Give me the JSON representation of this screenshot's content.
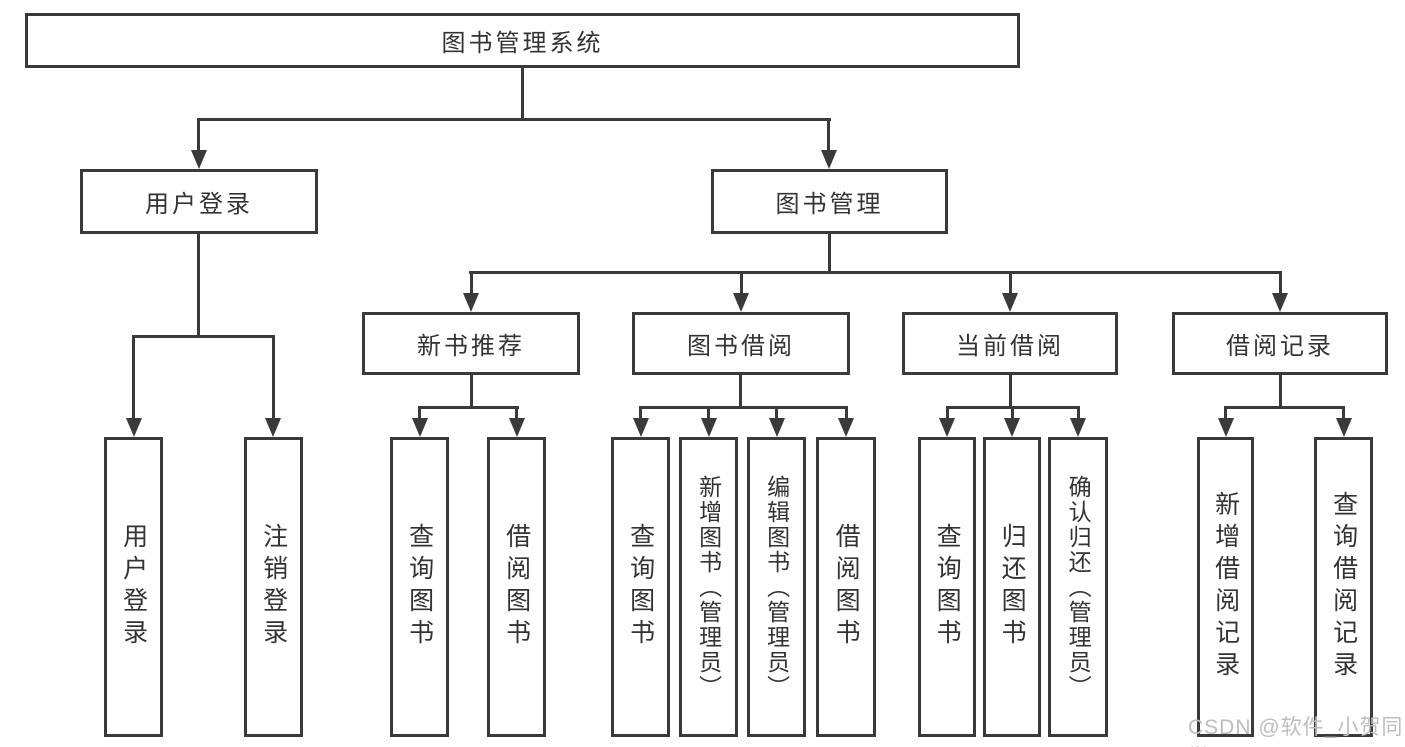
{
  "diagram": {
    "root": {
      "label": "图书管理系统"
    },
    "children": [
      {
        "label": "用户登录",
        "children": [
          {
            "label": "用户登录"
          },
          {
            "label": "注销登录"
          }
        ]
      },
      {
        "label": "图书管理",
        "children": [
          {
            "label": "新书推荐",
            "children": [
              {
                "label": "查询图书"
              },
              {
                "label": "借阅图书"
              }
            ]
          },
          {
            "label": "图书借阅",
            "children": [
              {
                "label": "查询图书"
              },
              {
                "label": "新增图书（管理员）"
              },
              {
                "label": "编辑图书（管理员）"
              },
              {
                "label": "借阅图书"
              }
            ]
          },
          {
            "label": "当前借阅",
            "children": [
              {
                "label": "查询图书"
              },
              {
                "label": "归还图书"
              },
              {
                "label": "确认归还（管理员）"
              }
            ]
          },
          {
            "label": "借阅记录",
            "children": [
              {
                "label": "新增借阅记录"
              },
              {
                "label": "查询借阅记录"
              }
            ]
          }
        ]
      }
    ]
  },
  "watermark": {
    "text": "CSDN @软件_小贺同学"
  },
  "colors": {
    "line": "#3a3a3a",
    "box_background": "#ffffff",
    "label_text": "#333333",
    "watermark_text": "#bdbdbd"
  }
}
